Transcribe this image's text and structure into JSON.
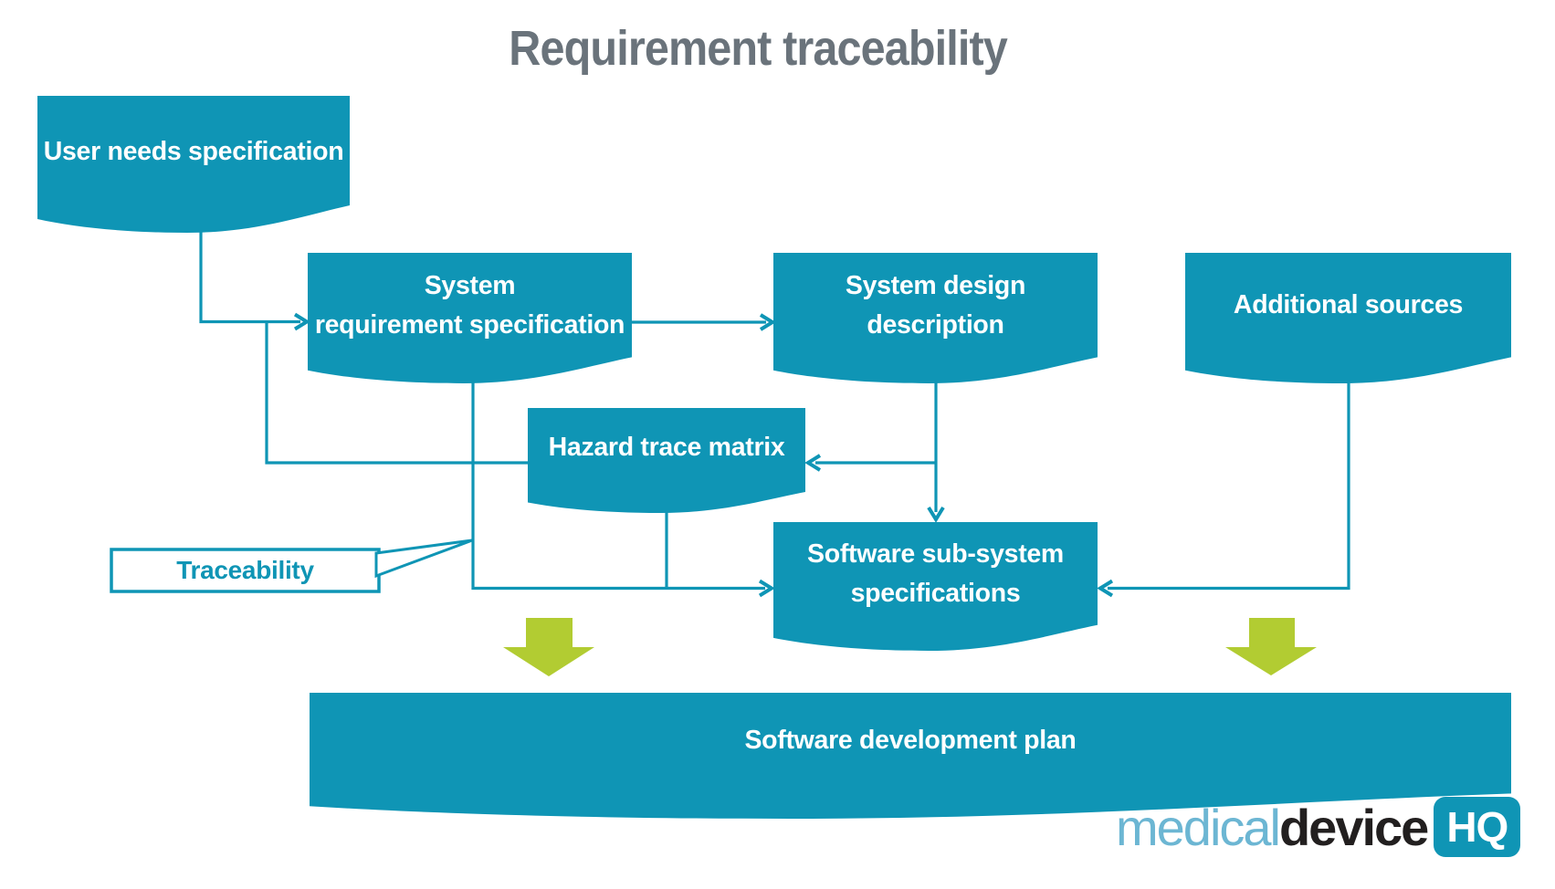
{
  "title": "Requirement traceability",
  "colors": {
    "teal": "#0f95b5",
    "green": "#b2cc32",
    "title_gray": "#6a737b",
    "logo_light": "#6cb6d3",
    "logo_dark": "#221f1f"
  },
  "nodes": {
    "user_needs": {
      "line1": "User needs specification"
    },
    "system_requirement": {
      "line1": "System",
      "line2": "requirement specification"
    },
    "system_design": {
      "line1": "System design",
      "line2": "description"
    },
    "additional_sources": {
      "line1": "Additional sources"
    },
    "hazard": {
      "line1": "Hazard trace matrix"
    },
    "subsystem": {
      "line1": "Software sub-system",
      "line2": "specifications"
    }
  },
  "callout": {
    "label": "Traceability"
  },
  "bottom_bar": {
    "label": "Software development plan"
  },
  "logo": {
    "part1": "medical",
    "part2": "device",
    "part3": "HQ"
  },
  "icons": {
    "down_arrow": "down-arrow"
  }
}
